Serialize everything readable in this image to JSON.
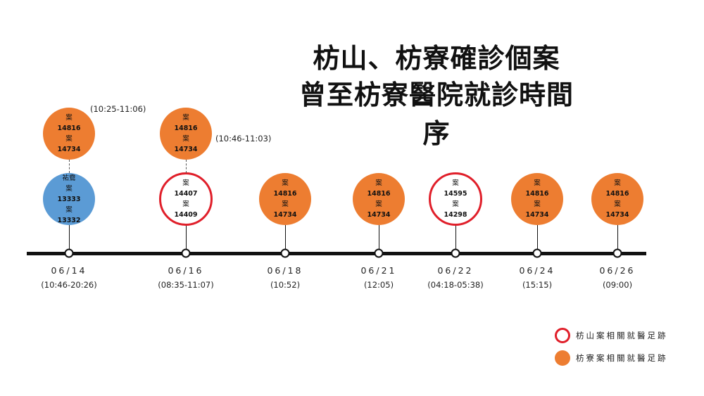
{
  "title": {
    "line1": "枋山、枋寮確診個案",
    "line2": "曾至枋寮醫院就診時間序"
  },
  "timeline": [
    {
      "date": "06/14",
      "time": "(10:46-20:26)",
      "upper": {
        "style": "orange",
        "lines": [
          "案",
          "14816",
          "案",
          "14734"
        ],
        "note": "(10:25-11:06)"
      },
      "lower": {
        "style": "blue",
        "lines": [
          "祐鴦",
          "案",
          "13333",
          "案",
          "13332"
        ]
      }
    },
    {
      "date": "06/16",
      "time": "(08:35-11:07)",
      "upper": {
        "style": "orange",
        "lines": [
          "案",
          "14816",
          "案",
          "14734"
        ],
        "note": "(10:46-11:03)"
      },
      "lower": {
        "style": "red-ring",
        "lines": [
          "案",
          "14407",
          "案",
          "14409"
        ]
      }
    },
    {
      "date": "06/18",
      "time": "(10:52)",
      "lower": {
        "style": "orange",
        "lines": [
          "案",
          "14816",
          "案",
          "14734"
        ]
      }
    },
    {
      "date": "06/21",
      "time": "(12:05)",
      "lower": {
        "style": "orange",
        "lines": [
          "案",
          "14816",
          "案",
          "14734"
        ]
      }
    },
    {
      "date": "06/22",
      "time": "(04:18-05:38)",
      "lower": {
        "style": "red-ring",
        "lines": [
          "案",
          "14595",
          "案",
          "14298"
        ]
      }
    },
    {
      "date": "06/24",
      "time": "(15:15)",
      "lower": {
        "style": "orange",
        "lines": [
          "案",
          "14816",
          "案",
          "14734"
        ]
      }
    },
    {
      "date": "06/26",
      "time": "(09:00)",
      "lower": {
        "style": "orange",
        "lines": [
          "案",
          "14816",
          "案",
          "14734"
        ]
      }
    }
  ],
  "legend": [
    {
      "marker": "red-ring",
      "label": "枋山案相關就醫足跡"
    },
    {
      "marker": "orange-fill",
      "label": "枋寮案相關就醫足跡"
    }
  ],
  "colors": {
    "orange": "#ed7d31",
    "blue": "#5b9bd5",
    "red": "#e01f2a",
    "axis": "#111111"
  }
}
